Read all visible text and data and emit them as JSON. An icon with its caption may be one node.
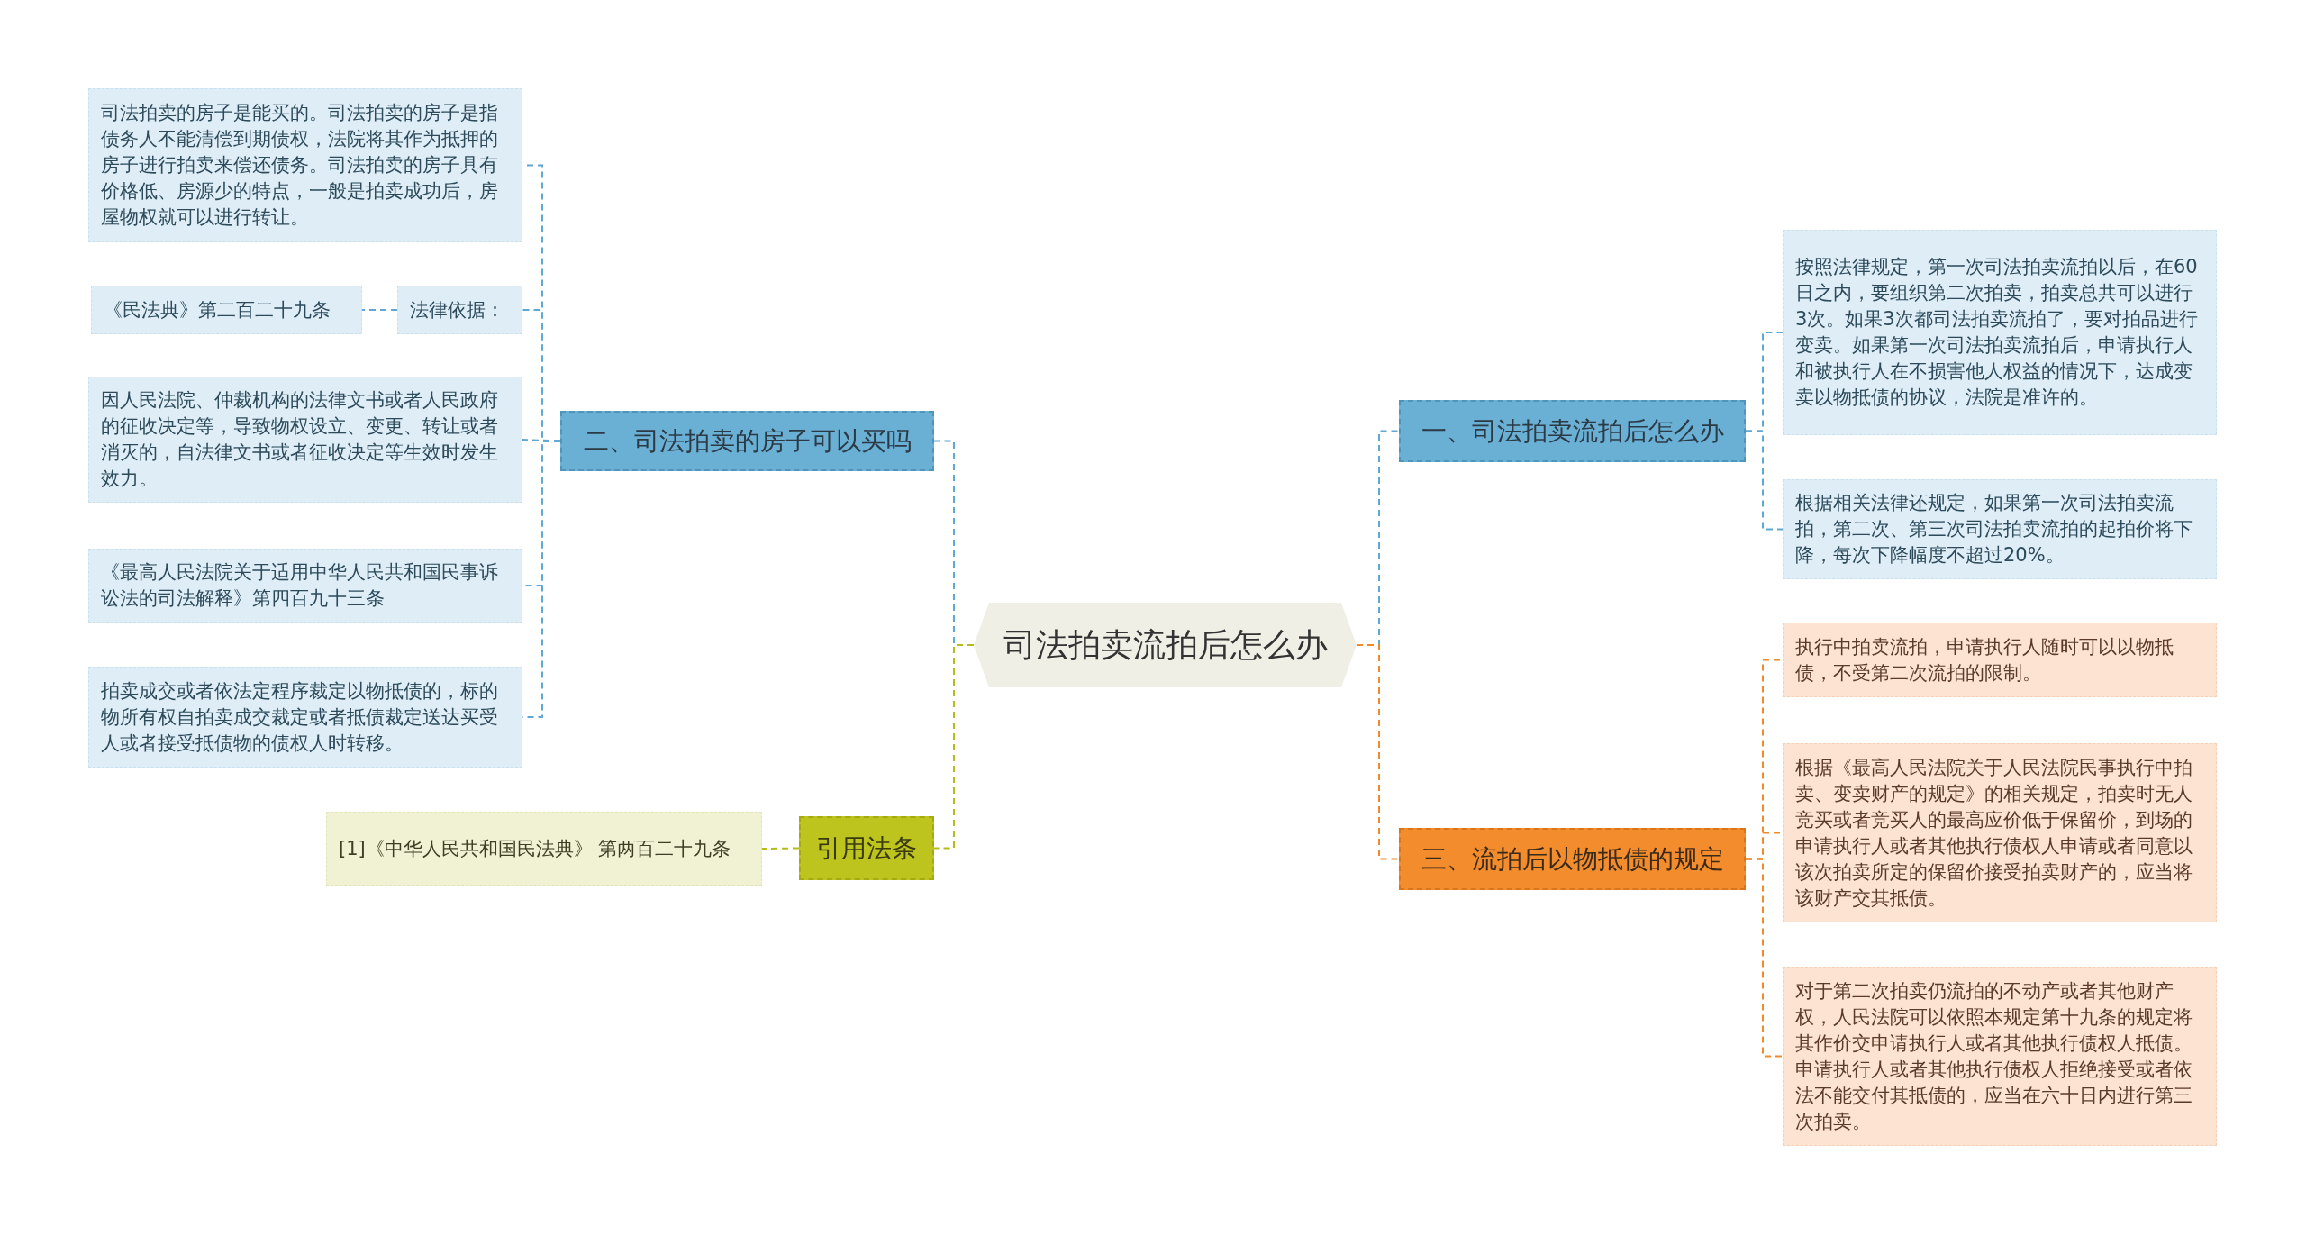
{
  "diagram": {
    "nodes": [
      {
        "text": [
          "司法拍卖流拍后怎么办"
        ]
      },
      {
        "text": [
          "一、司法拍卖流拍后怎么办"
        ]
      },
      {
        "text": [
          "按照法律规定，第一次司法拍卖流拍以后，在60日之内，要组织第二次拍卖，拍卖总共可以进行3次。如果3次都司法拍卖流拍了，要对拍品进行变卖。如果第一次司法拍卖流拍后，申请执行人和被执行人在不损害他人权益的情况下，达成变卖以物抵债的协议，法院是准许的。"
        ]
      },
      {
        "text": [
          "根据相关法律还规定，如果第一次司法拍卖流拍，第二次、第三次司法拍卖流拍的起拍价将下降，每次下降幅度不超过20%。"
        ]
      },
      {
        "text": [
          "三、流拍后以物抵债的规定"
        ]
      },
      {
        "text": [
          "执行中拍卖流拍，申请执行人随时可以以物抵债，不受第二次流拍的限制。"
        ]
      },
      {
        "text": [
          "根据《最高人民法院关于人民法院民事执行中拍卖、变卖财产的规定》的相关规定，拍卖时无人竞买或者竞买人的最高应价低于保留价，到场的申请执行人或者其他执行债权人申请或者同意以该次拍卖所定的保留价接受拍卖财产的，应当将该财产交其抵债。"
        ]
      },
      {
        "text": [
          "对于第二次拍卖仍流拍的不动产或者其他财产权，人民法院可以依照本规定第十九条的规定将其作价交申请执行人或者其他执行债权人抵债。申请执行人或者其他执行债权人拒绝接受或者依法不能交付其抵债的，应当在六十日内进行第三次拍卖。"
        ]
      },
      {
        "text": [
          "二、司法拍卖的房子可以买吗"
        ]
      },
      {
        "text": [
          "司法拍卖的房子是能买的。司法拍卖的房子是指债务人不能清偿到期债权，法院将其作为抵押的房子进行拍卖来偿还债务。司法拍卖的房子具有价格低、房源少的特点，一般是拍卖成功后，房屋物权就可以进行转让。"
        ]
      },
      {
        "text": [
          "法律依据："
        ]
      },
      {
        "text": [
          "《民法典》第二百二十九条"
        ]
      },
      {
        "text": [
          "因人民法院、仲裁机构的法律文书或者人民政府的征收决定等，导致物权设立、变更、转让或者消灭的，自法律文书或者征收决定等生效时发生效力。"
        ]
      },
      {
        "text": [
          "《最高人民法院关于适用中华人民共和国民事诉讼法的司法解释》第四百九十三条"
        ]
      },
      {
        "text": [
          "拍卖成交或者依法定程序裁定以物抵债的，标的物所有权自拍卖成交裁定或者抵债裁定送达买受人或者接受抵债物的债权人时转移。"
        ]
      },
      {
        "text": [
          "引用法条"
        ]
      },
      {
        "text": [
          "[1]《中华人民共和国民法典》 第两百二十九条"
        ]
      }
    ],
    "edges": [
      {
        "from": 0,
        "to": 1,
        "arrow": "none",
        "style": "dashed"
      },
      {
        "from": 1,
        "to": 2,
        "arrow": "none",
        "style": "dashed"
      },
      {
        "from": 1,
        "to": 3,
        "arrow": "none",
        "style": "dashed"
      },
      {
        "from": 0,
        "to": 4,
        "arrow": "none",
        "style": "dashed",
        "color": "#f08a2a"
      },
      {
        "from": 4,
        "to": 5,
        "arrow": "none",
        "style": "dashed",
        "color": "#f08a2a"
      },
      {
        "from": 4,
        "to": 6,
        "arrow": "none",
        "style": "dashed",
        "color": "#f08a2a"
      },
      {
        "from": 4,
        "to": 7,
        "arrow": "none",
        "style": "dashed",
        "color": "#f08a2a"
      },
      {
        "from": 0,
        "to": 8,
        "arrow": "none",
        "style": "dashed"
      },
      {
        "from": 8,
        "to": 9,
        "arrow": "none",
        "style": "dashed"
      },
      {
        "from": 8,
        "to": 10,
        "arrow": "none",
        "style": "dashed"
      },
      {
        "from": 10,
        "to": 11,
        "arrow": "none",
        "style": "dashed"
      },
      {
        "from": 8,
        "to": 12,
        "arrow": "none",
        "style": "dashed"
      },
      {
        "from": 8,
        "to": 13,
        "arrow": "none",
        "style": "dashed"
      },
      {
        "from": 8,
        "to": 14,
        "arrow": "none",
        "style": "dashed"
      },
      {
        "from": 0,
        "to": 15,
        "arrow": "none",
        "style": "dashed",
        "color": "#b5bd1b"
      },
      {
        "from": 15,
        "to": 16,
        "arrow": "none",
        "style": "dashed",
        "color": "#b5bd1b"
      }
    ]
  }
}
